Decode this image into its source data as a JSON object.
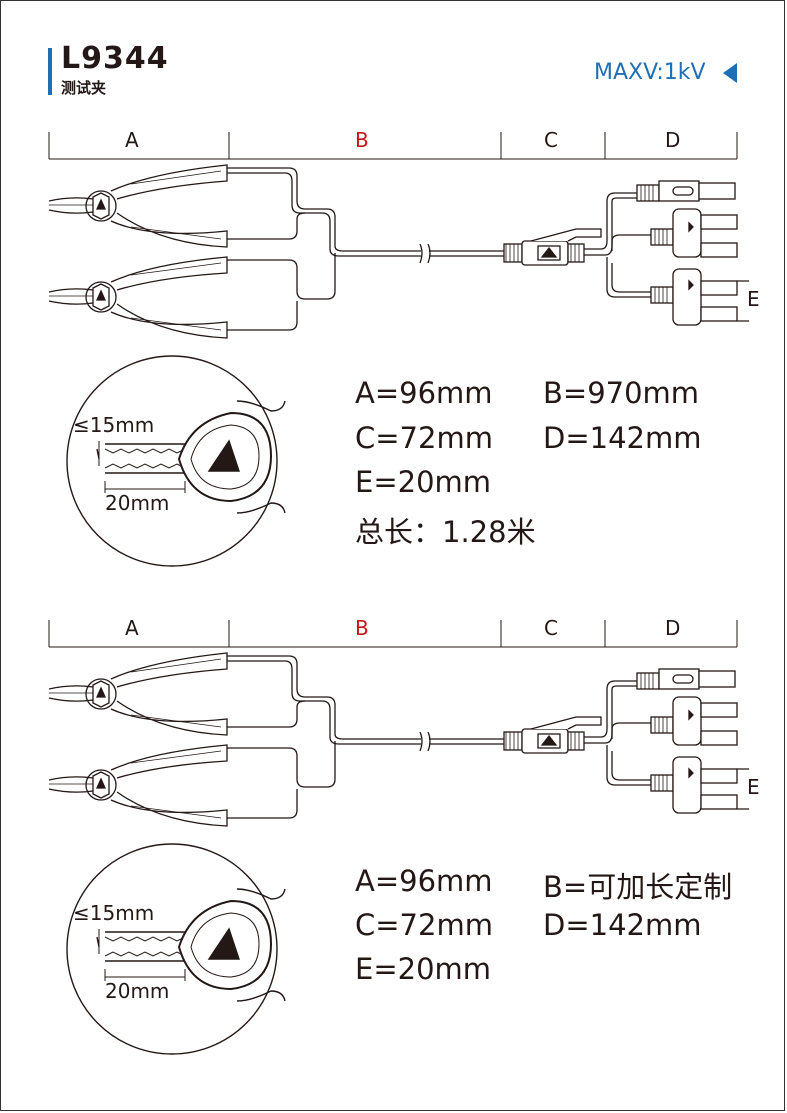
{
  "header": {
    "model": "L9344",
    "subtitle": "测试夹",
    "max_voltage": "MAXV:1kV"
  },
  "colors": {
    "accent": "#1f6fb5",
    "highlight": "#c4161c",
    "ink": "#231815"
  },
  "icons": [
    "triangle-left-icon",
    "logo-icon"
  ],
  "panel_top": {
    "dimensions": {
      "a": "A",
      "b": "B",
      "c": "C",
      "d": "D",
      "e": "E"
    },
    "zoom": {
      "width_label": "≤15mm",
      "length_label": "20mm"
    },
    "specs": {
      "a": "A=96mm",
      "b": "B=970mm",
      "c": "C=72mm",
      "d": "D=142mm",
      "e": "E=20mm",
      "total": "总长：1.28米"
    }
  },
  "panel_bottom": {
    "dimensions": {
      "a": "A",
      "b": "B",
      "c": "C",
      "d": "D",
      "e": "E"
    },
    "zoom": {
      "width_label": "≤15mm",
      "length_label": "20mm"
    },
    "specs": {
      "a": "A=96mm",
      "b": "B=可加长定制",
      "c": "C=72mm",
      "d": "D=142mm",
      "e": "E=20mm"
    }
  }
}
